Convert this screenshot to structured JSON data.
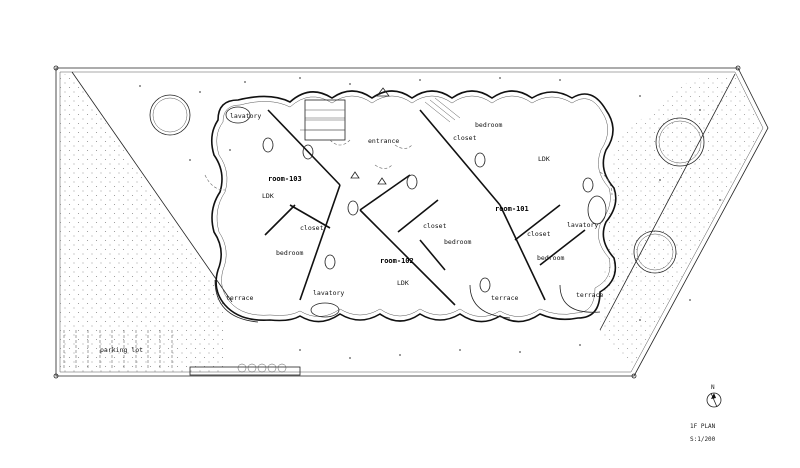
{
  "rooms": {
    "r101": "room-101",
    "r102": "room-102",
    "r103": "room-103"
  },
  "labels": {
    "entrance": "entrance",
    "lavatory": "lavatory",
    "closet": "closet",
    "ldk": "LDK",
    "bedroom": "bedroom",
    "terrace": "terrace",
    "parking": "parking lot"
  },
  "title": {
    "plan": "1F PLAN",
    "scale": "S:1/200",
    "north": "N"
  }
}
